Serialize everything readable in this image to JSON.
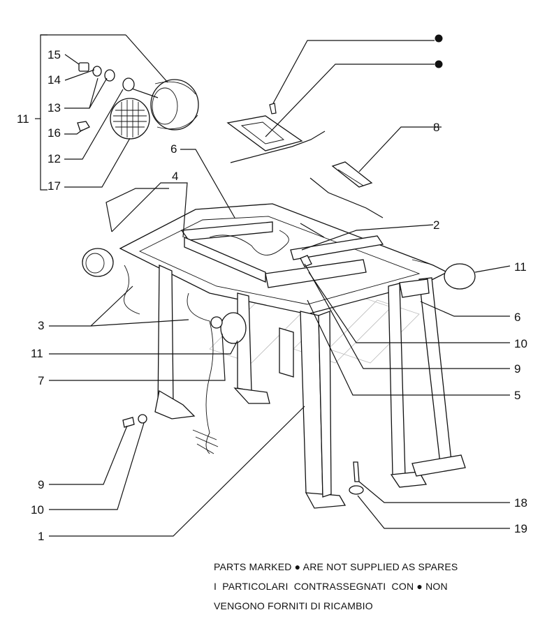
{
  "callouts": [
    {
      "id": "c15",
      "text": "15"
    },
    {
      "id": "c14",
      "text": "14"
    },
    {
      "id": "c13",
      "text": "13"
    },
    {
      "id": "c11a",
      "text": "11"
    },
    {
      "id": "c16",
      "text": "16"
    },
    {
      "id": "c12",
      "text": "12"
    },
    {
      "id": "c17",
      "text": "17"
    },
    {
      "id": "c6a",
      "text": "6"
    },
    {
      "id": "c4",
      "text": "4"
    },
    {
      "id": "c8",
      "text": "8"
    },
    {
      "id": "c2",
      "text": "2"
    },
    {
      "id": "c11b",
      "text": "11"
    },
    {
      "id": "c3",
      "text": "3"
    },
    {
      "id": "c6b",
      "text": "6"
    },
    {
      "id": "c11c",
      "text": "11"
    },
    {
      "id": "c10a",
      "text": "10"
    },
    {
      "id": "c9a",
      "text": "9"
    },
    {
      "id": "c7",
      "text": "7"
    },
    {
      "id": "c5",
      "text": "5"
    },
    {
      "id": "c9b",
      "text": "9"
    },
    {
      "id": "c10b",
      "text": "10"
    },
    {
      "id": "c18",
      "text": "18"
    },
    {
      "id": "c19",
      "text": "19"
    },
    {
      "id": "c1",
      "text": "1"
    }
  ],
  "notes": {
    "line1_a": "PARTS MARKED",
    "line1_b": "ARE NOT SUPPLIED AS SPARES",
    "line2_a": "I  PARTICOLARI  CONTRASSEGNATI  CON",
    "line2_b": "NON",
    "line3": "VENGONO FORNITI DI RICAMBIO"
  },
  "colors": {
    "ink": "#111111",
    "background": "#ffffff"
  }
}
